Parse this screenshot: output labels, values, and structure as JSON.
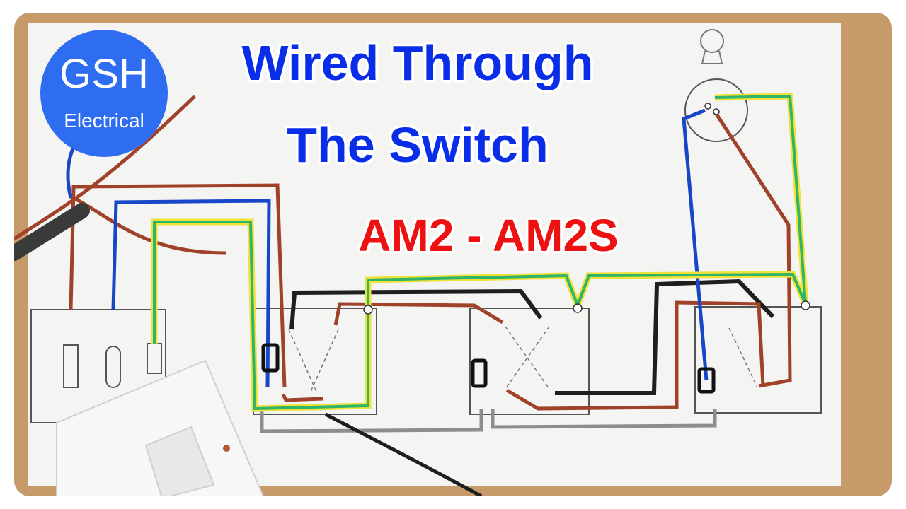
{
  "logo": {
    "brand": "GSH",
    "tagline": "Electrical"
  },
  "title": {
    "line1": "Wired Through",
    "line2": "The Switch"
  },
  "subtitle": "AM2 - AM2S",
  "colors": {
    "title": "#0a2ee8",
    "subtitle": "#ee1111",
    "logo_bg": "#2f6df0",
    "wire_brown": "#a0422a",
    "wire_blue": "#1846c8",
    "wire_earth_yellow": "#f1e23a",
    "wire_earth_green": "#2fb56a",
    "wire_black": "#1e1e1e",
    "wire_grey": "#8a8a8a"
  }
}
